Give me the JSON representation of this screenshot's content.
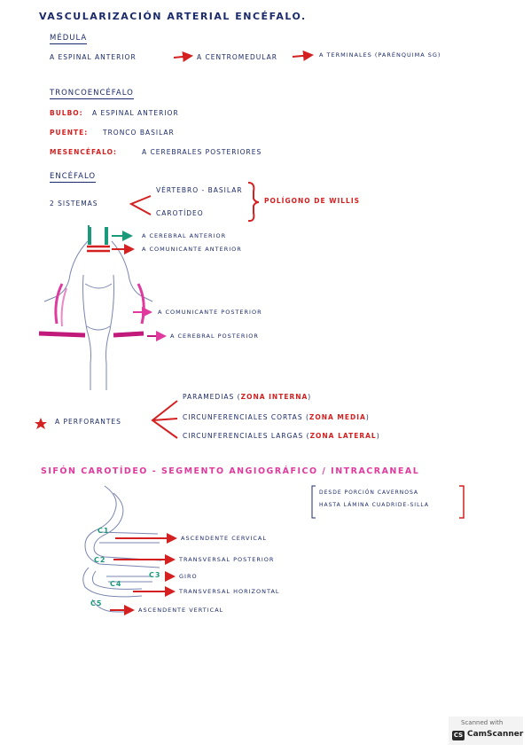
{
  "title": "Vascularización arterial encéfalo.",
  "medula": {
    "heading": "Médula",
    "chain": [
      "A espinal anterior",
      "A centromedular",
      "A terminales (parénquima SG)"
    ]
  },
  "troncoencefalo": {
    "heading": "Troncoencéfalo",
    "bulbo_label": "Bulbo:",
    "bulbo_text": "A espinal anterior",
    "puente_label": "Puente:",
    "puente_text": "Tronco basilar",
    "mesencefalo_label": "Mesencéfalo:",
    "mesencefalo_text": "A cerebrales posteriores"
  },
  "encefalo": {
    "heading": "Encéfalo",
    "sistemas": "2 sistemas",
    "vertebro": "Vértebro - basilar",
    "carotideo": "Carotídeo",
    "poligono": "Polígono de Willis"
  },
  "willis": {
    "cerebral_anterior": "A cerebral anterior",
    "comunicante_anterior": "A comunicante anterior",
    "comunicante_posterior": "A comunicante posterior",
    "cerebral_posterior": "A cerebral posterior"
  },
  "perforantes": {
    "label": "A perforantes",
    "paramedias": "Paramedias (",
    "paramedias_zona": "zona interna",
    "paramedias_close": ")",
    "circ_cortas": "Circunferenciales cortas (",
    "circ_cortas_zona": "zona media",
    "circ_cortas_close": ")",
    "circ_largas": "Circunferenciales largas (",
    "circ_largas_zona": "zona lateral",
    "circ_largas_close": ")"
  },
  "sifon": {
    "heading": "Sifón carotídeo - Segmento angiográfico / intracraneal",
    "bracket_line1": "Desde porción cavernosa",
    "bracket_line2": "hasta lámina cuadride-silla",
    "segments": [
      {
        "code": "C1",
        "text": "Ascendente cervical"
      },
      {
        "code": "C2",
        "text": "Transversal posterior"
      },
      {
        "code": "C3",
        "text": "Giro"
      },
      {
        "code": "C4",
        "text": "Transversal horizontal"
      },
      {
        "code": "C5",
        "text": "Ascendente vertical"
      }
    ]
  },
  "scanner": {
    "scanned_with": "Scanned with",
    "logo": "CS",
    "name": "CamScanner"
  },
  "colors": {
    "navy": "#1b2a6b",
    "red": "#d42020",
    "pink": "#e03a9e",
    "green": "#1a9a7a"
  }
}
